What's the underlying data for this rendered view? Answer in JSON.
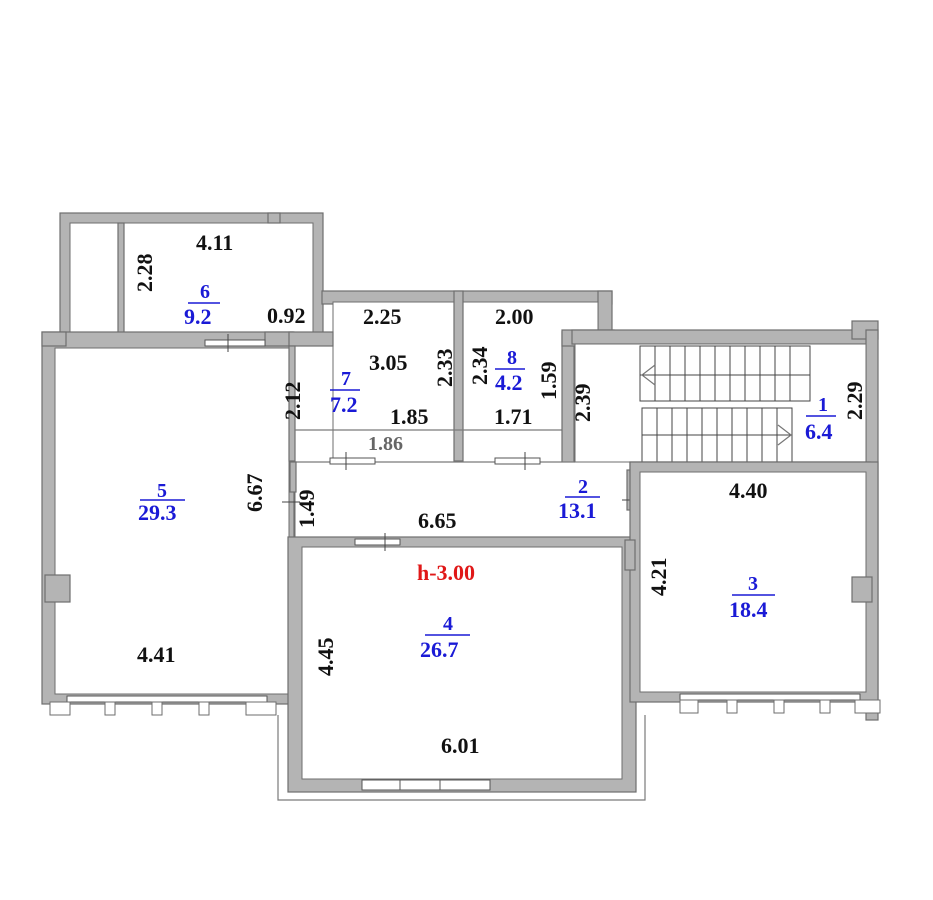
{
  "plan": {
    "ceiling_height": "h-3.00",
    "colors": {
      "wall": "#b4b4b4",
      "dimension_text": "#111111",
      "room_label": "#1a1ad6",
      "height_label": "#e01818"
    },
    "rooms": [
      {
        "number": "1",
        "area": "6.4"
      },
      {
        "number": "2",
        "area": "13.1"
      },
      {
        "number": "3",
        "area": "18.4"
      },
      {
        "number": "4",
        "area": "26.7"
      },
      {
        "number": "5",
        "area": "29.3"
      },
      {
        "number": "6",
        "area": "9.2"
      },
      {
        "number": "7",
        "area": "7.2"
      },
      {
        "number": "8",
        "area": "4.2"
      }
    ],
    "dimensions": {
      "room6_width": "4.11",
      "room6_depth": "2.28",
      "room6_notch": "0.92",
      "room7_top": "2.25",
      "room7_inner": "3.05",
      "room7_left": "2.12",
      "room7_right": "2.33",
      "room7_bottom": "1.85",
      "room7_lower": "1.86",
      "room8_top": "2.00",
      "room8_left": "2.34",
      "room8_right": "1.59",
      "room8_bottom": "1.71",
      "corridor_side": "2.39",
      "stair_depth": "2.29",
      "room5_depth": "6.67",
      "room5_width": "4.41",
      "room2_depth": "1.49",
      "room2_width": "6.65",
      "room4_depth": "4.45",
      "room4_width": "6.01",
      "room3_width": "4.40",
      "room3_depth": "4.21"
    }
  }
}
